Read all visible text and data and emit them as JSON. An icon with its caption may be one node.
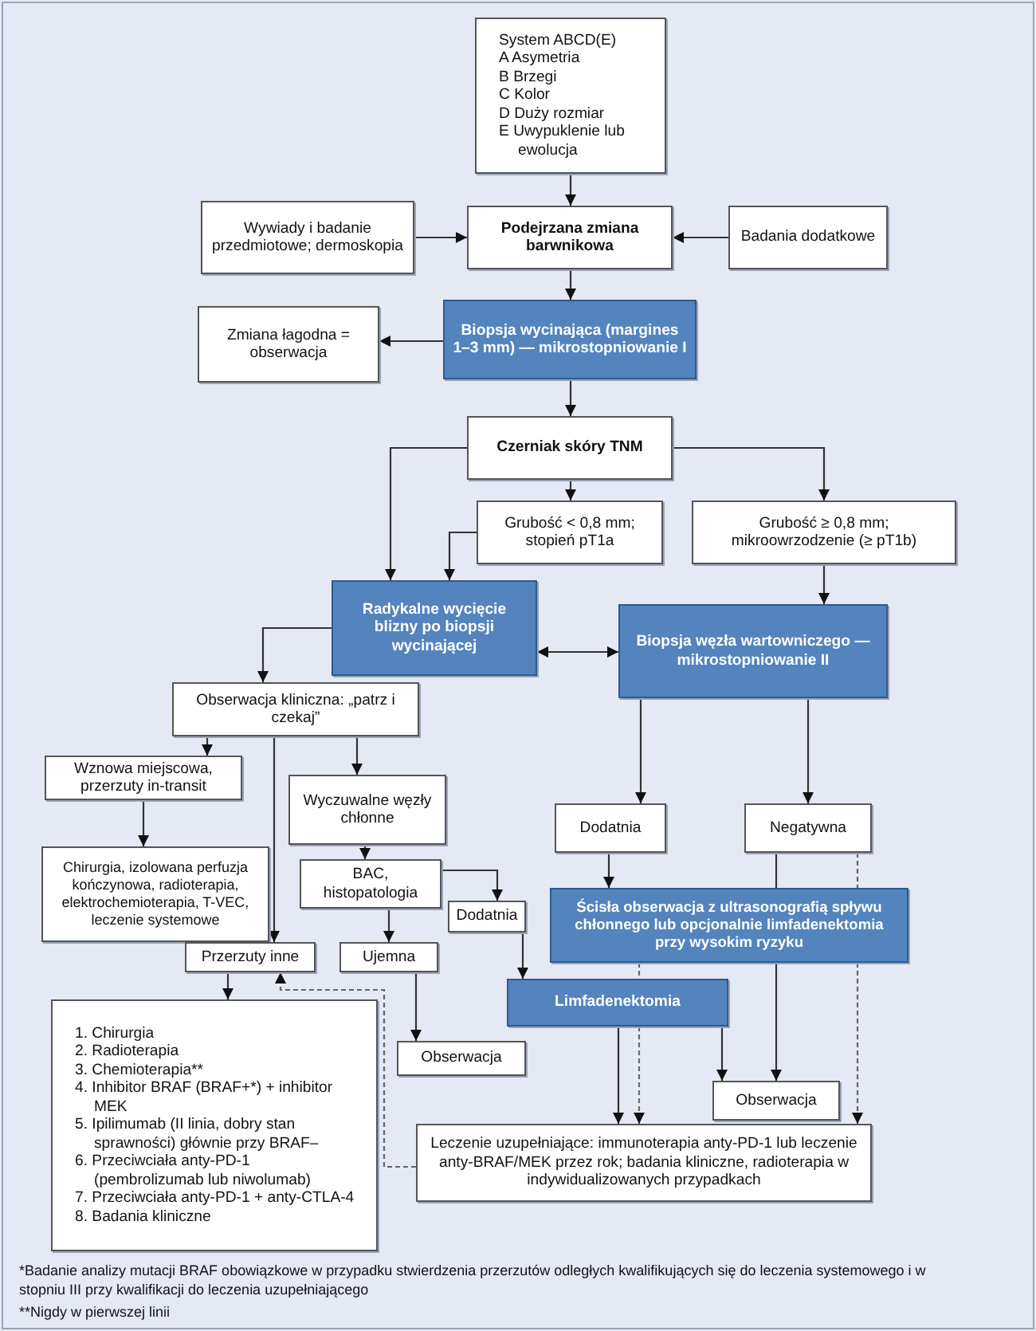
{
  "diagram": {
    "nodes": [
      {
        "text": [
          "System ABCD(E)",
          "A Asymetria",
          "B Brzegi",
          "C Kolor",
          "D Duży rozmiar",
          "E Uwypuklenie lub ewolucja"
        ]
      },
      {
        "text": [
          "Wywiady i badanie przedmiotowe; dermoskopia"
        ]
      },
      {
        "text": [
          "Podejrzana zmiana barwnikowa"
        ]
      },
      {
        "text": [
          "Badania dodatkowe"
        ]
      },
      {
        "text": [
          "Zmiana łagodna = obserwacja"
        ]
      },
      {
        "text": [
          "Biopsja wycinająca (margines 1–3 mm) — mikrostopniowanie I"
        ]
      },
      {
        "text": [
          "Czerniak skóry TNM"
        ]
      },
      {
        "text": [
          "Grubość < 0,8 mm; stopień pT1a"
        ]
      },
      {
        "text": [
          "Grubość ≥ 0,8 mm; mikroowrzodzenie (≥ pT1b)"
        ]
      },
      {
        "text": [
          "Radykalne wycięcie blizny po biopsji wycinającej"
        ]
      },
      {
        "text": [
          "Biopsja węzła wartowniczego — mikrostopniowanie II"
        ]
      },
      {
        "text": [
          "Obserwacja kliniczna: „patrz i czekaj”"
        ]
      },
      {
        "text": [
          "Wznowa miejscowa, przerzuty in-transit"
        ]
      },
      {
        "text": [
          "Wyczuwalne węzły chłonne"
        ]
      },
      {
        "text": [
          "Chirurgia, izolowana perfuzja kończynowa, radioterapia, elektrochemioterapia, T-VEC, leczenie systemowe"
        ]
      },
      {
        "text": [
          "BAC, histopatologia"
        ]
      },
      {
        "text": [
          "Dodatnia"
        ]
      },
      {
        "text": [
          "Przerzuty inne"
        ]
      },
      {
        "text": [
          "Ujemna"
        ]
      },
      {
        "text": [
          "Dodatnia"
        ]
      },
      {
        "text": [
          "Negatywna"
        ]
      },
      {
        "text": [
          "Ścisła obserwacja z ultrasonografią spływu chłonnego lub opcjonalnie limfadenektomia przy wysokim ryzyku"
        ]
      },
      {
        "text": [
          "Limfadenektomia"
        ]
      },
      {
        "text": [
          "1. Chirurgia",
          "2. Radioterapia",
          "3. Chemioterapia**",
          "4. Inhibitor BRAF (BRAF+*) + inhibitor MEK",
          "5. Ipilimumab (II linia, dobry stan sprawności) głównie przy BRAF–",
          "6. Przeciwciała anty-PD-1 (pembrolizumab lub niwolumab)",
          "7. Przeciwciała anty-PD-1 + anty-CTLA-4",
          "8. Badania kliniczne"
        ]
      },
      {
        "text": [
          "Obserwacja"
        ]
      },
      {
        "text": [
          "Obserwacja"
        ]
      },
      {
        "text": [
          "Leczenie uzupełniające: immunoterapia anty-PD-1 lub leczenie anty-BRAF/MEK przez rok; badania kliniczne, radioterapia w indywidualizowanych przypadkach"
        ]
      }
    ],
    "edges": [
      {
        "from": 0,
        "to": 2,
        "arrow": "to"
      },
      {
        "from": 1,
        "to": 2,
        "arrow": "to"
      },
      {
        "from": 3,
        "to": 2,
        "arrow": "to"
      },
      {
        "from": 2,
        "to": 5,
        "arrow": "to"
      },
      {
        "from": 5,
        "to": 4,
        "arrow": "to"
      },
      {
        "from": 5,
        "to": 6,
        "arrow": "to"
      },
      {
        "from": 6,
        "to": 9,
        "arrow": "to"
      },
      {
        "from": 6,
        "to": 7,
        "arrow": "to"
      },
      {
        "from": 6,
        "to": 8,
        "arrow": "to"
      },
      {
        "from": 7,
        "to": 9,
        "arrow": "to"
      },
      {
        "from": 8,
        "to": 10,
        "arrow": "to"
      },
      {
        "from": 9,
        "to": 10,
        "arrow": "both"
      },
      {
        "from": 9,
        "to": 11,
        "arrow": "to"
      },
      {
        "from": 11,
        "to": 12,
        "arrow": "to"
      },
      {
        "from": 11,
        "to": 17,
        "arrow": "to"
      },
      {
        "from": 11,
        "to": 13,
        "arrow": "to"
      },
      {
        "from": 12,
        "to": 14,
        "arrow": "to"
      },
      {
        "from": 13,
        "to": 15,
        "arrow": "to"
      },
      {
        "from": 15,
        "to": 16,
        "arrow": "to"
      },
      {
        "from": 15,
        "to": 18,
        "arrow": "to"
      },
      {
        "from": 18,
        "to": 24,
        "arrow": "to"
      },
      {
        "from": 16,
        "to": 22,
        "arrow": "to"
      },
      {
        "from": 17,
        "to": 23,
        "arrow": "to"
      },
      {
        "from": 26,
        "to": 17,
        "arrow": "to",
        "style": "dashed"
      },
      {
        "from": 10,
        "to": 19,
        "arrow": "to"
      },
      {
        "from": 10,
        "to": 20,
        "arrow": "to"
      },
      {
        "from": 19,
        "to": 21,
        "arrow": "to"
      },
      {
        "from": 20,
        "to": 21,
        "arrow": "none"
      },
      {
        "from": 21,
        "to": 25,
        "arrow": "to"
      },
      {
        "from": 20,
        "to": 21,
        "arrow": "none",
        "style": "dashed"
      },
      {
        "from": 21,
        "to": 22,
        "arrow": "none",
        "style": "dashed"
      },
      {
        "from": 22,
        "to": 26,
        "arrow": "to"
      },
      {
        "from": 22,
        "to": 25,
        "arrow": "to"
      },
      {
        "from": 21,
        "to": 26,
        "arrow": "to",
        "style": "dashed"
      },
      {
        "from": 22,
        "to": 26,
        "arrow": "to",
        "style": "dashed"
      }
    ],
    "labels": [
      "*Badanie analizy mutacji BRAF obowiązkowe w przypadku stwierdzenia przerzutów odległych kwalifikujących się do leczenia systemowego i w stopniu III przy kwalifikacji do leczenia uzupełniającego",
      "**Nigdy w pierwszej linii"
    ]
  }
}
